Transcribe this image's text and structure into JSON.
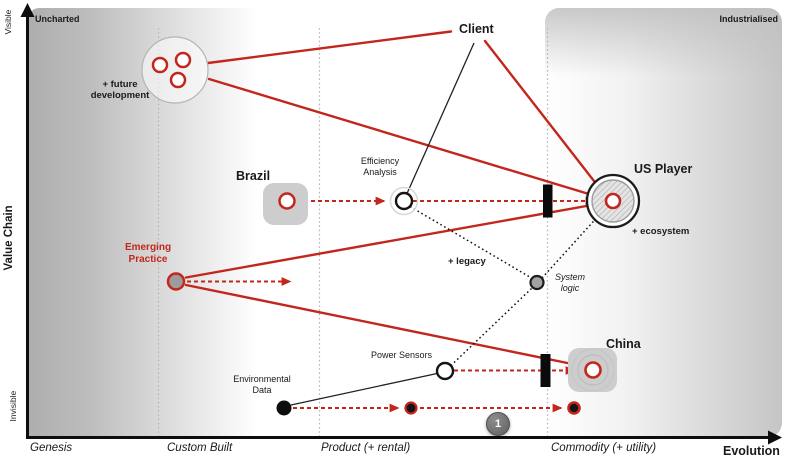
{
  "map": {
    "regions": {
      "top_left": "Uncharted",
      "top_right": "Industrialised"
    },
    "y_axis": {
      "title": "Value Chain",
      "top_label": "Visible",
      "bottom_label": "Invisible"
    },
    "x_axis": {
      "title": "Evolution",
      "stages": [
        "Genesis",
        "Custom Built",
        "Product (+ rental)",
        "Commodity (+ utility)"
      ]
    },
    "nodes": {
      "client": "Client",
      "future_development": "+ future development",
      "brazil": "Brazil",
      "efficiency_analysis": "Efficiency Analysis",
      "us_player": "US Player",
      "ecosystem": "+ ecosystem",
      "emerging_practice": "Emerging Practice",
      "legacy": "+ legacy",
      "system_logic": "System logic",
      "china": "China",
      "power_sensors": "Power Sensors",
      "environmental_data": "Environmental Data"
    },
    "badge": "1",
    "colors": {
      "accent_red": "#c3261c",
      "node_gray": "#9c9c9c",
      "barrier_black": "#0a0a0a",
      "panel_gray": "#cdcdcd"
    }
  }
}
